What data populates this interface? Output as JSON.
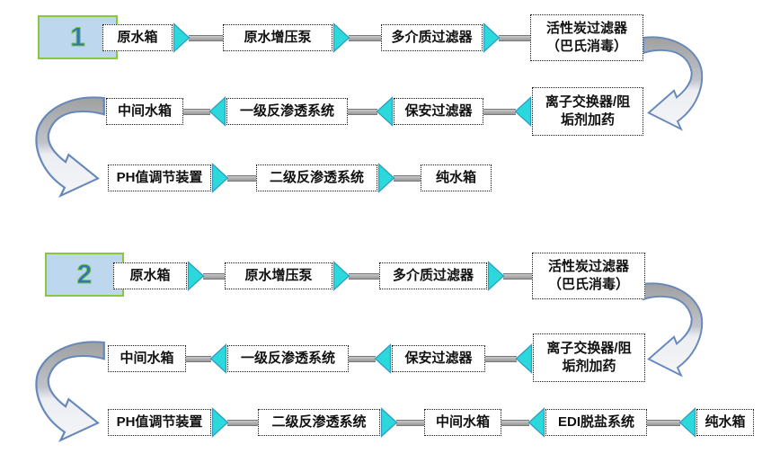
{
  "diagram": {
    "type": "process-flowchart",
    "colors": {
      "arrow_triangle": "#2bd8dc",
      "pipe_line": "#a8a8a8",
      "pipe_border": "#787878",
      "badge_bg": "#bdd7ee",
      "badge_border": "#8cc63f",
      "badge_text": "#2e75b6",
      "box_border": "#1a1a1a",
      "curve_stroke": "#6688bb",
      "curve_top_fill": "#a0a0a0",
      "curve_bottom_fill": "#f5f5f7"
    },
    "flows": [
      {
        "badge": "1",
        "row1": [
          {
            "label": "原水箱"
          },
          {
            "label": "原水增压泵"
          },
          {
            "label": "多介质过滤器"
          },
          {
            "label": "活性炭过滤器\n（巴氏消毒）"
          }
        ],
        "row2": [
          {
            "label": "中间水箱"
          },
          {
            "label": "一级反渗透系统"
          },
          {
            "label": "保安过滤器"
          },
          {
            "label": "离子交换器/阻\n垢剂加药"
          }
        ],
        "row3": [
          {
            "label": "PH值调节装置"
          },
          {
            "label": "二级反渗透系统"
          },
          {
            "label": "纯水箱"
          }
        ]
      },
      {
        "badge": "2",
        "row1": [
          {
            "label": "原水箱"
          },
          {
            "label": "原水增压泵"
          },
          {
            "label": "多介质过滤器"
          },
          {
            "label": "活性炭过滤器\n（巴氏消毒）"
          }
        ],
        "row2": [
          {
            "label": "中间水箱"
          },
          {
            "label": "一级反渗透系统"
          },
          {
            "label": "保安过滤器"
          },
          {
            "label": "离子交换器/阻\n垢剂加药"
          }
        ],
        "row3": [
          {
            "label": "PH值调节装置"
          },
          {
            "label": "二级反渗透系统"
          },
          {
            "label": "中间水箱"
          },
          {
            "label": "EDI脱盐系统"
          },
          {
            "label": "纯水箱"
          }
        ]
      }
    ]
  }
}
